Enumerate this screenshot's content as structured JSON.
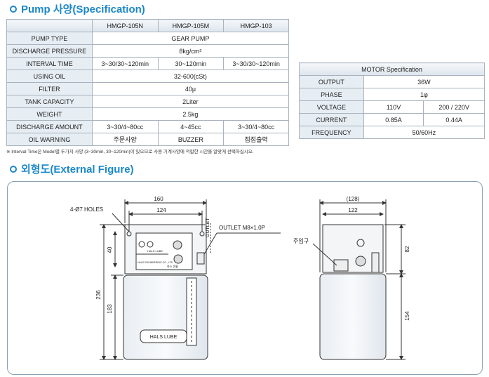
{
  "spec_section": {
    "title": "Pump 사양(Specification)",
    "models": [
      "HMGP-105N",
      "HMGP-105M",
      "HMGP-103"
    ],
    "rows": [
      {
        "label": "PUMP TYPE",
        "values": [
          "GEAR PUMP"
        ]
      },
      {
        "label": "DISCHARGE PRESSURE",
        "values": [
          "8kg/cm²"
        ]
      },
      {
        "label": "INTERVAL TIME",
        "values": [
          "3~30/30~120min",
          "30~120min",
          "3~30/30~120min"
        ]
      },
      {
        "label": "USING OIL",
        "values": [
          "32-600(cSt)"
        ]
      },
      {
        "label": "FILTER",
        "values": [
          "40μ"
        ]
      },
      {
        "label": "TANK CAPACITY",
        "values": [
          "2Liter"
        ]
      },
      {
        "label": "WEIGHT",
        "values": [
          "2.5kg"
        ]
      },
      {
        "label": "DISCHARGE AMOUNT",
        "values": [
          "3~30/4~80cc",
          "4~45cc",
          "3~30/4~80cc"
        ]
      },
      {
        "label": "OIL WARNING",
        "values": [
          "주문사양",
          "BUZZER",
          "접점출력"
        ]
      }
    ],
    "note": "※ Interval Time은 Model별 두가지 사양 (3~30min, 30~120min)이 있으므로 사용 기계사양에 적합한 시간을 알맞게 선택하십시오."
  },
  "motor_section": {
    "title": "MOTOR Specification",
    "rows": [
      {
        "label": "OUTPUT",
        "values": [
          "36W"
        ]
      },
      {
        "label": "PHASE",
        "values": [
          "1φ"
        ]
      },
      {
        "label": "VOLTAGE",
        "values": [
          "110V",
          "200 / 220V"
        ]
      },
      {
        "label": "CURRENT",
        "values": [
          "0.85A",
          "0.44A"
        ]
      },
      {
        "label": "FREQUENCY",
        "values": [
          "50/60Hz"
        ]
      }
    ]
  },
  "figure_section": {
    "title": "외형도(External Figure)",
    "front_view": {
      "dim_total_width": "160",
      "dim_hole_pitch": "124",
      "holes_label": "4-Ø7 HOLES",
      "outlet_label": "OUTLET M8×1.0P",
      "outlet_side": "OUTLET",
      "dim_total_height": "236",
      "dim_top": "40",
      "dim_tank": "183",
      "brand_label": "HALS LUBE",
      "panel_brand": "HALS LUBE",
      "panel_company": "HALS ENGINEERING CO., LTD",
      "panel_korean": "하스 윤활"
    },
    "side_view": {
      "dim_total_width": "(128)",
      "dim_inner_width": "122",
      "dim_top": "82",
      "dim_tank": "154",
      "inlet_label": "주입구"
    }
  }
}
